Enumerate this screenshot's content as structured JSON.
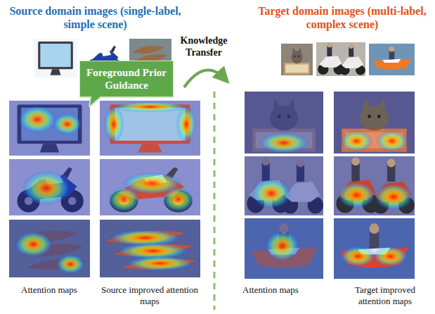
{
  "diagram": {
    "nodes": [
      {
        "text": [
          "Foreground Prior Guidance"
        ]
      }
    ],
    "labels": [
      "Source domain images (single-label, simple scene)",
      "Target domain images (multi-label, complex scene)",
      "Knowledge Transfer",
      "Attention maps",
      "Source improved attention maps",
      "Attention maps",
      "Target improved attention maps"
    ]
  }
}
